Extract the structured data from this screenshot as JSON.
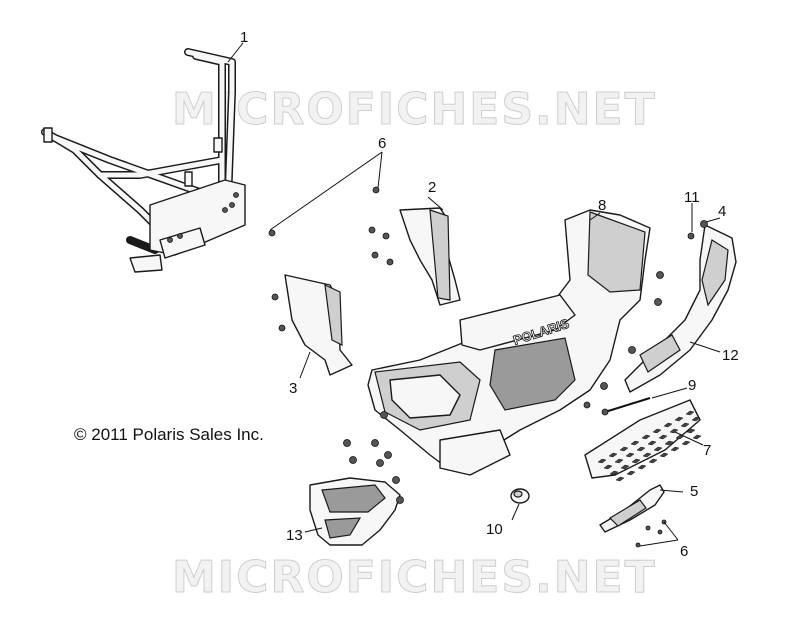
{
  "watermark": {
    "top_text": "MICROFICHES.NET",
    "bottom_text": "MICROFICHES.NET"
  },
  "copyright": "© 2011 Polaris Sales Inc.",
  "logo_text": "POLARIS",
  "callouts": {
    "c1": "1",
    "c2": "2",
    "c3": "3",
    "c4": "4",
    "c5": "5",
    "c6a": "6",
    "c6b": "6",
    "c7": "7",
    "c8": "8",
    "c9": "9",
    "c10": "10",
    "c11": "11",
    "c12": "12",
    "c13": "13"
  }
}
